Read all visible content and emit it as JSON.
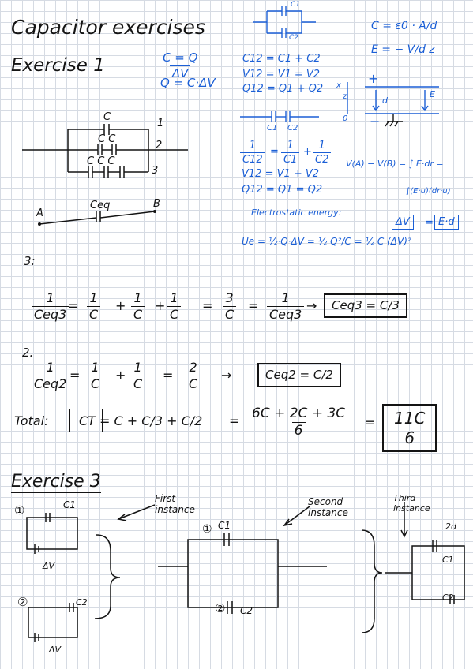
{
  "title": "Capacitor exercises",
  "ex1": {
    "heading": "Exercise 1",
    "c_eq": "C = Q",
    "c_den": "ΔV",
    "q_eq": "Q = C·ΔV",
    "circuit": {
      "c_top": "C",
      "c_mid": "C C",
      "c_bot": "C C C",
      "n1": "1",
      "n2": "2",
      "n3": "3"
    },
    "ceq_label": "Ceq",
    "point_a": "A",
    "point_b": "B"
  },
  "notes": {
    "par_c12": "C12 = C1 + C2",
    "par_v": "V12 = V1 = V2",
    "par_q": "Q12 = Q1 + Q2",
    "c1": "C1",
    "c2": "C2",
    "ser_lhs_num": "1",
    "ser_lhs_den": "C12",
    "ser_r1_den": "C1",
    "ser_r2_den": "C2",
    "ser_v": "V12 = V1 + V2",
    "ser_q": "Q12 = Q1 = Q2",
    "es_label": "Electrostatic energy:",
    "es_formula": "Ue = ½·Q·ΔV = ½ Q²/C = ½ C (ΔV)²",
    "cap_formula": "C = ε0 · A/d",
    "field": "E = − V/d z",
    "vdiff": "V(A) − V(B) = ∫ E·dr =",
    "vint": "∫(E·u)(dr·u)",
    "dv_box": "ΔV",
    "ed_box": "E·d",
    "plate_plus": "+",
    "plate_minus": "−",
    "axis_x": "x",
    "axis_z": "z",
    "axis_d": "d",
    "axis_zero": "0",
    "field_vec": "E"
  },
  "eq3": {
    "label": "3:",
    "lhs_den": "Ceq3",
    "c": "C",
    "one": "1",
    "three": "3",
    "result": "Ceq3 = C/3"
  },
  "eq2": {
    "label": "2.",
    "lhs_den": "Ceq2",
    "c": "C",
    "one": "1",
    "two": "2",
    "result": "Ceq2 = C/2"
  },
  "total": {
    "label": "Total:",
    "ct": "CT = C + C/3 + C/2",
    "num": "6C + 2C + 3C",
    "den": "6",
    "res_num": "11C",
    "res_den": "6"
  },
  "ex3": {
    "heading": "Exercise 3",
    "first": "First instance",
    "second": "Second instance",
    "third": "Third instance",
    "m1": "①",
    "m2": "②",
    "c1": "C1",
    "c2": "C2",
    "dv": "ΔV",
    "twod": "2d"
  }
}
